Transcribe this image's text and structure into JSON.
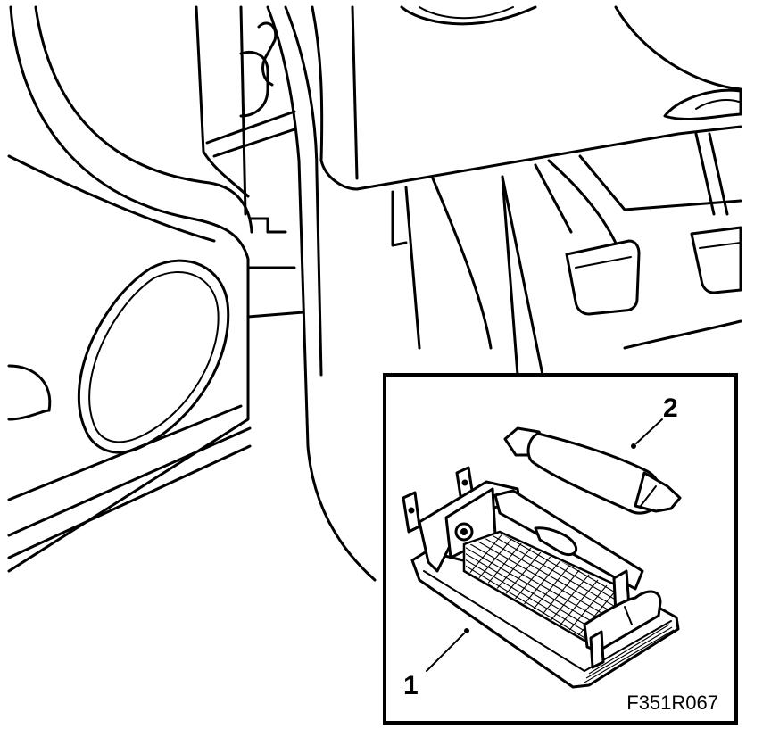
{
  "figure": {
    "callouts": [
      {
        "id": "1",
        "label": "1"
      },
      {
        "id": "2",
        "label": "2"
      }
    ],
    "figure_code": "F351R067"
  }
}
